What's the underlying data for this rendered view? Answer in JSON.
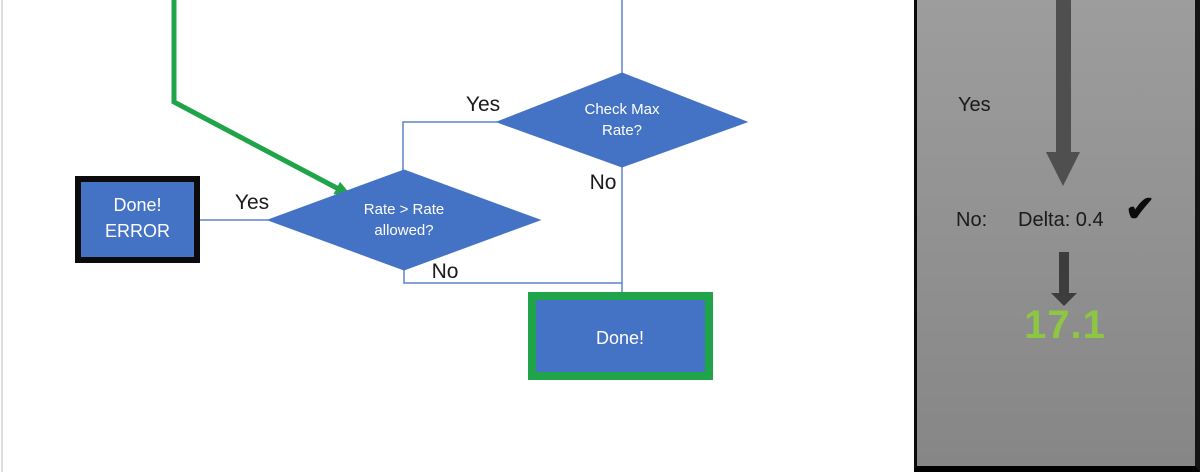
{
  "flowchart": {
    "decision_check_max": {
      "label": "Check Max Rate?"
    },
    "decision_rate_allowed": {
      "label": "Rate > Rate allowed?"
    },
    "terminator_error": {
      "line1": "Done!",
      "line2": "ERROR"
    },
    "terminator_done": {
      "label": "Done!"
    },
    "labels": {
      "check_max_yes": "Yes",
      "check_max_no": "No",
      "rate_allowed_yes": "Yes",
      "rate_allowed_no": "No"
    }
  },
  "panel": {
    "yes_label": "Yes",
    "no_label": "No:",
    "delta_value": "Delta: 0.4",
    "check_icon": "✔",
    "result_value": "17.1"
  },
  "colors": {
    "shape_blue": "#4472C4",
    "connector_blue": "#5b82cc",
    "flow_green": "#1FA44A",
    "result_green": "#8DC643",
    "arrow_gray_top": "#4F4F4F",
    "arrow_gray_bottom": "#3D3D3D",
    "panel_top": "#9D9D9D",
    "panel_bottom": "#868686",
    "text_white": "#FFFFFF",
    "text_black": "#1A1A1A"
  }
}
